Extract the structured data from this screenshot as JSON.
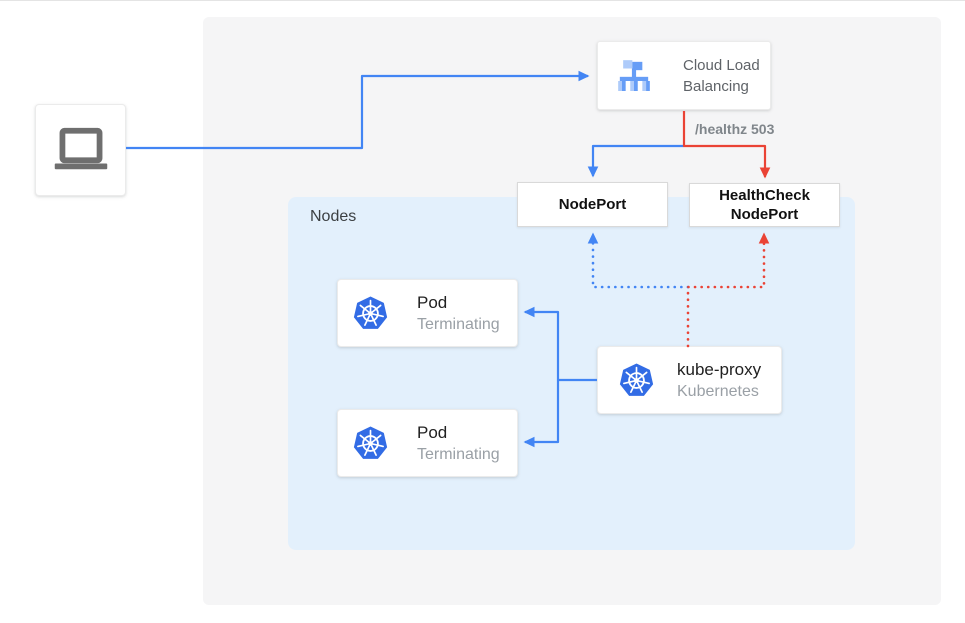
{
  "colors": {
    "blue": "#4285f4",
    "red": "#ea4335",
    "nodes_bg": "#e3f0fc",
    "panel_bg": "#f5f5f6",
    "k8s_blue": "#326ce5",
    "laptop_gray": "#6f6f6f",
    "icon_light": "#aecbfa",
    "icon_medium": "#669df6"
  },
  "diagram": {
    "nodes_label": "Nodes",
    "clb": {
      "line1": "Cloud Load",
      "line2": "Balancing"
    },
    "healthz_label": "/healthz 503",
    "nodeport_label": "NodePort",
    "healthcheck": {
      "line1": "HealthCheck",
      "line2": "NodePort"
    },
    "pods": [
      {
        "title": "Pod",
        "subtitle": "Terminating"
      },
      {
        "title": "Pod",
        "subtitle": "Terminating"
      }
    ],
    "kube_proxy": {
      "title": "kube-proxy",
      "subtitle": "Kubernetes"
    }
  }
}
